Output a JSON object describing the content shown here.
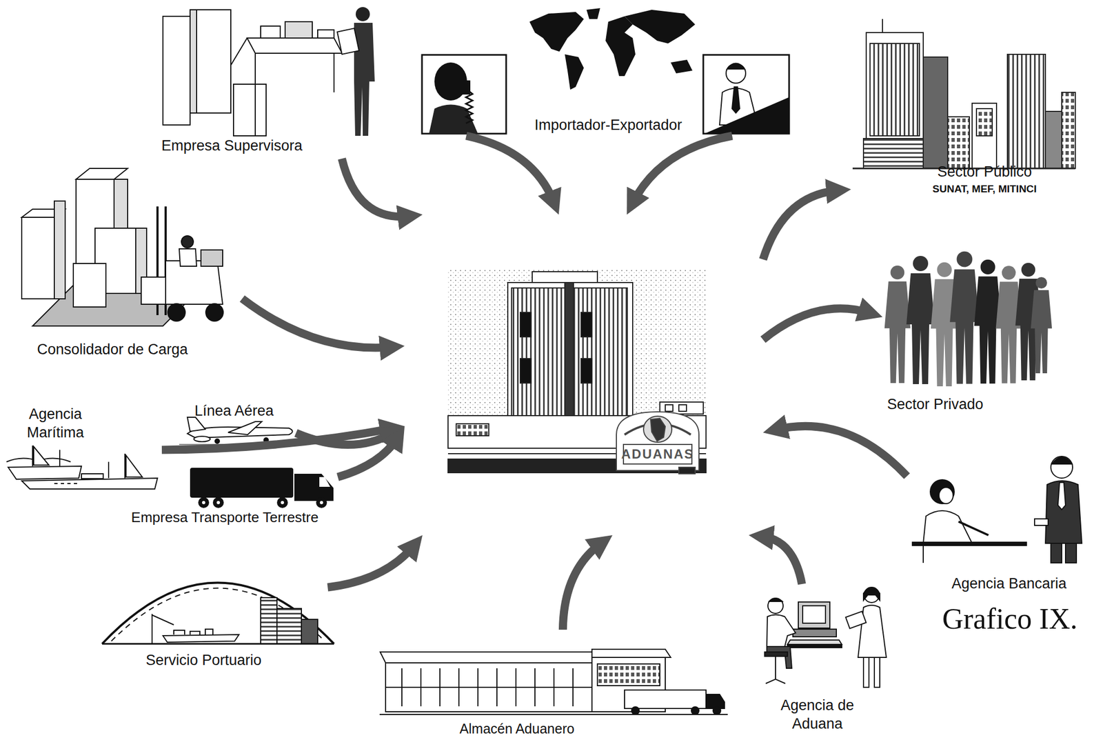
{
  "diagram": {
    "caption": "Grafico IX.",
    "nodes": [
      {
        "text": [
          "Empresa Supervisora"
        ]
      },
      {
        "text": [
          "Importador-Exportador"
        ]
      },
      {
        "text": [
          "Sector Público",
          "SUNAT, MEF, MITINCI"
        ]
      },
      {
        "text": [
          "Consolidador de Carga"
        ]
      },
      {
        "text": [
          "ADUANAS"
        ]
      },
      {
        "text": [
          "Sector Privado"
        ]
      },
      {
        "text": [
          "Agencia Marítima"
        ]
      },
      {
        "text": [
          "Línea Aérea"
        ]
      },
      {
        "text": [
          "Empresa Transporte Terrestre"
        ]
      },
      {
        "text": [
          "Agencia Bancaria"
        ]
      },
      {
        "text": [
          "Servicio Portuario"
        ]
      },
      {
        "text": [
          "Almacén Aduanero"
        ]
      },
      {
        "text": [
          "Agencia de Aduana"
        ]
      }
    ],
    "edges": [
      {
        "from": 0,
        "to": 4,
        "arrow": "to"
      },
      {
        "from": 1,
        "to": 4,
        "arrow": "to"
      },
      {
        "from": 1,
        "to": 4,
        "arrow": "to"
      },
      {
        "from": 4,
        "to": 2,
        "arrow": "to"
      },
      {
        "from": 3,
        "to": 4,
        "arrow": "to"
      },
      {
        "from": 4,
        "to": 5,
        "arrow": "to"
      },
      {
        "from": 6,
        "to": 4,
        "arrow": "to"
      },
      {
        "from": 7,
        "to": 4,
        "arrow": "to"
      },
      {
        "from": 8,
        "to": 4,
        "arrow": "to"
      },
      {
        "from": 9,
        "to": 4,
        "arrow": "to"
      },
      {
        "from": 10,
        "to": 4,
        "arrow": "to"
      },
      {
        "from": 11,
        "to": 4,
        "arrow": "to"
      },
      {
        "from": 12,
        "to": 4,
        "arrow": "to"
      }
    ]
  }
}
